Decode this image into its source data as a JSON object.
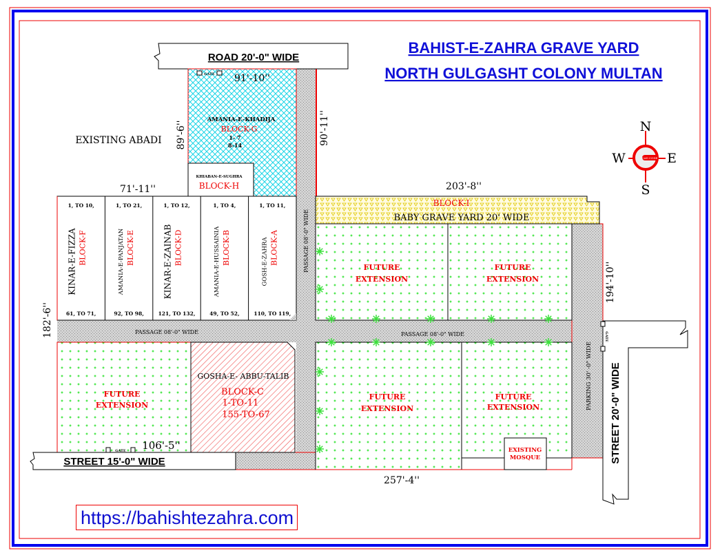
{
  "title": {
    "line1": "BAHIST-E-ZAHRA GRAVE YARD",
    "line2": "NORTH GULGASHT COLONY MULTAN"
  },
  "roads": {
    "road_top": "ROAD 20'-0\" WIDE",
    "street_bottom": "STREET  15'-0\"  WIDE",
    "street_right": "STREET  20'-0\"  WIDE",
    "passage_vertical": "PASSAGE 08'-0\" WIDE",
    "passage_left": "PASSAGE 08'-0\" WIDE",
    "passage_right": "PASSAGE 08'-0\" WIDE",
    "parking": "PARKING 30' -0\" WIDE"
  },
  "dimensions": {
    "top_g": "91'-10''",
    "left_g": "89'-6''",
    "right_g": "90'-11''",
    "top_left": "71'-11''",
    "top_right": "203'-8''",
    "right": "194'-10''",
    "left": "182'-6''",
    "bottom_left": "106'-5''",
    "bottom": "257'-4''"
  },
  "gate_label": "GATE",
  "existing_abadi": "EXISTING ABADI",
  "compass": {
    "n": "N",
    "s": "S",
    "e": "E",
    "w": "W",
    "logo": "CAD CODE"
  },
  "blocks": {
    "g": {
      "name": "AMANIA-E-KHADIJA",
      "block": "BLOCK-G",
      "range1": "1- 7",
      "range2": "8-14"
    },
    "h": {
      "name": "KHIABAN-E-SUGHRA",
      "block": "BLOCK-H"
    },
    "i": {
      "block": "BLOCK-I",
      "name": "BABY GRAVE YARD 20' WIDE"
    },
    "c": {
      "name": "GOSHA-E-  ABBU-TALIB",
      "block": "BLOCK-C",
      "range1": "1-TO-11",
      "range2": "155-TO-67"
    },
    "columns": [
      {
        "name": "KINAR-E-FIZZA",
        "block": "BLOCK-F",
        "top": "1, TO 10,",
        "bottom": "61, TO 71,"
      },
      {
        "name": "AMANIA-E-PANJATAN",
        "block": "BLOCK-E",
        "top": "1, TO 21,",
        "bottom": "92, TO 98,"
      },
      {
        "name": "KINAR-E-ZAINAB",
        "block": "BLOCK-D",
        "top": "1, TO 12,",
        "bottom": "121, TO 132,"
      },
      {
        "name": "AMANIA-E-HUSSAINIA",
        "block": "BLOCK-B",
        "top": "1, TO 4,",
        "bottom": "49, TO 52,"
      },
      {
        "name": "GOSH-E-ZAHRA",
        "block": "BLOCK-A",
        "top": "1, TO 11,",
        "bottom": "110, TO 119,"
      }
    ]
  },
  "future": {
    "line1": "FUTURE",
    "line2": "EXTENSION"
  },
  "mosque": {
    "line1": "EXISTING",
    "line2": "MOSQUE"
  },
  "url": "https://bahishtezahra.com"
}
